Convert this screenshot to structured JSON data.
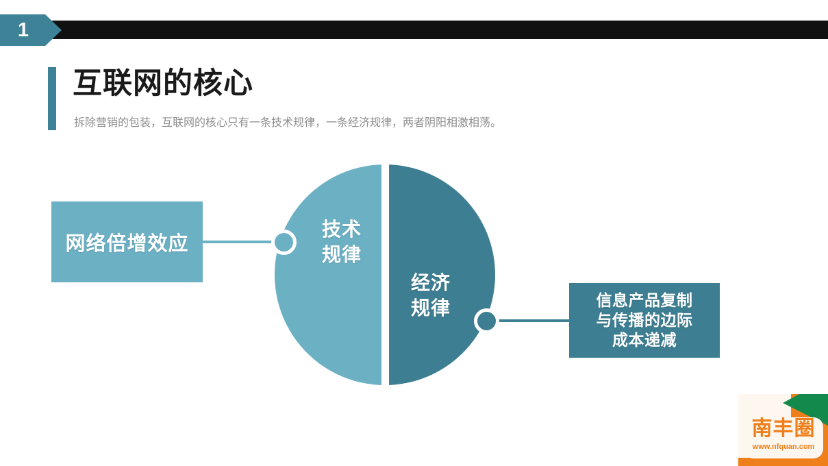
{
  "slide": {
    "number": "1",
    "title": "互联网的核心",
    "subtitle": "拆除营销的包装，互联网的核心只有一条技术规律，一条经济规律，两者阴阳相激相荡。"
  },
  "diagram": {
    "left_half": {
      "label_line1": "技术",
      "label_line2": "规律"
    },
    "right_half": {
      "label_line1": "经济",
      "label_line2": "规律"
    },
    "left_box": {
      "text": "网络倍增效应"
    },
    "right_box": {
      "line1": "信息产品复制",
      "line2": "与传播的边际",
      "line3": "成本递减"
    }
  },
  "logo": {
    "name": "南丰圈",
    "url": "www.nfquan.com"
  },
  "colors": {
    "accent_dark": "#3d7e92",
    "accent_light": "#6cb0c4",
    "header_bar": "#111111",
    "title_text": "#1a1a1a",
    "subtitle_text": "#8e8e8e",
    "logo_orange": "#ef7f1a",
    "logo_green": "#13894b"
  }
}
